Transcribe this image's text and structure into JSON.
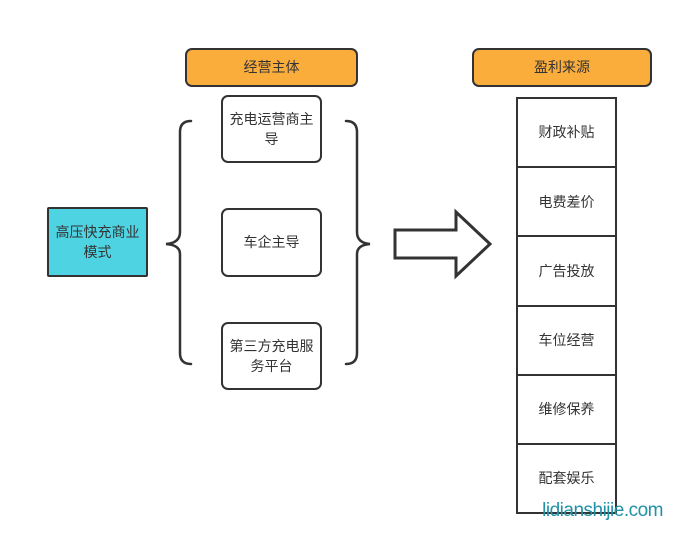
{
  "diagram": {
    "root": {
      "label": "高压快充商业模式"
    },
    "operators": {
      "header": "经营主体",
      "items": [
        "充电运营商主导",
        "车企主导",
        "第三方充电服务平台"
      ]
    },
    "profits": {
      "header": "盈利来源",
      "items": [
        "财政补贴",
        "电费差价",
        "广告投放",
        "车位经营",
        "维修保养",
        "配套娱乐"
      ]
    },
    "connectors": {
      "left": "curly-brace-grouping-operators",
      "right": "curly-brace-closing",
      "arrow": "block-arrow-right"
    },
    "watermark": {
      "text": "lidianshijie.com",
      "color": "#2191A6"
    },
    "colors": {
      "header_fill": "#FBAD3C",
      "root_fill": "#4ED3E3",
      "node_fill": "#FFFFFF",
      "stroke": "#333333",
      "text": "#333333",
      "background": "#FFFFFF"
    }
  }
}
